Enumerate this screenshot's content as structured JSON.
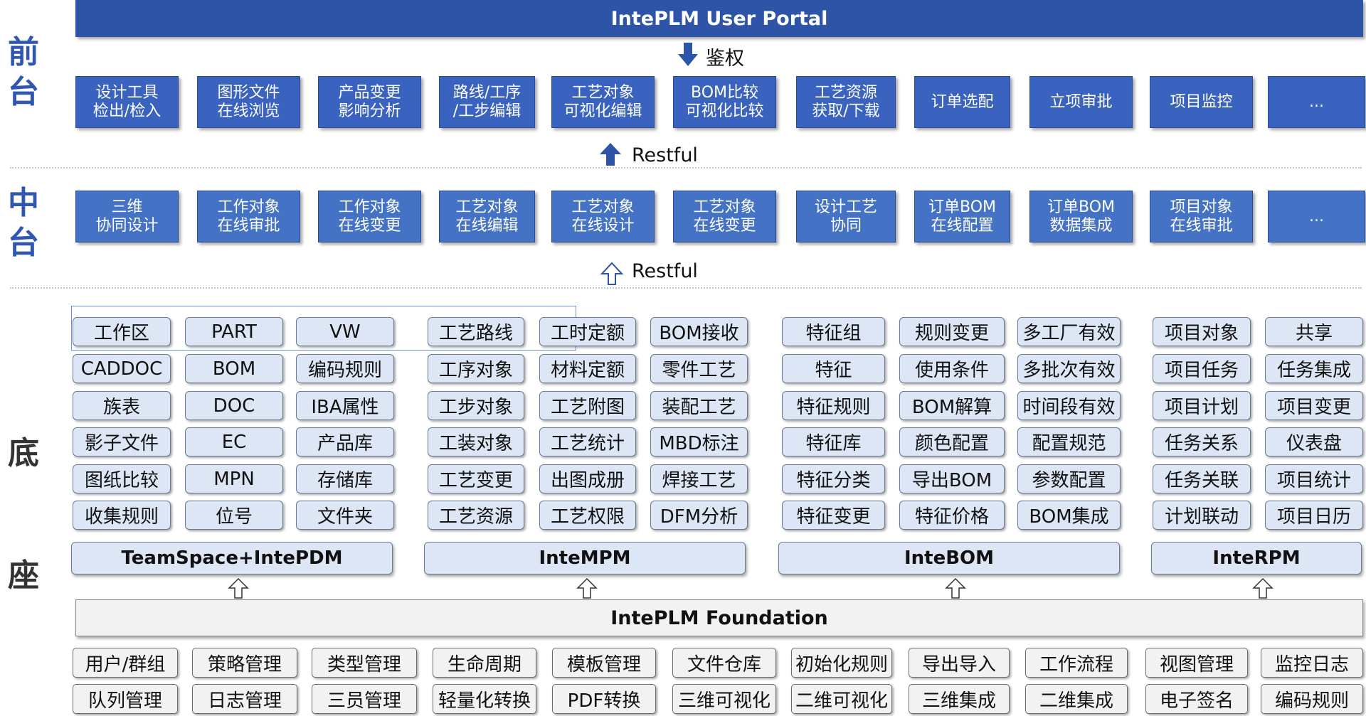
{
  "side_labels": {
    "front": [
      "前",
      "台"
    ],
    "middle": [
      "中",
      "台"
    ],
    "bottom": [
      "底",
      "座"
    ]
  },
  "portal_title": "IntePLM User Portal",
  "auth_label": "鉴权",
  "restful_label_1": "Restful",
  "restful_label_2": "Restful",
  "front_items": [
    "设计工具\n检出/检入",
    "图形文件\n在线浏览",
    "产品变更\n影响分析",
    "路线/工序\n/工步编辑",
    "工艺对象\n可视化编辑",
    "BOM比较\n可视化比较",
    "工艺资源\n获取/下载",
    "订单选配",
    "立项审批",
    "项目监控",
    "..."
  ],
  "middle_items": [
    "三维\n协同设计",
    "工作对象\n在线审批",
    "工作对象\n在线变更",
    "工艺对象\n在线编辑",
    "工艺对象\n在线设计",
    "工艺对象\n在线变更",
    "设计工艺\n协同",
    "订单BOM\n在线配置",
    "订单BOM\n数据集成",
    "项目对象\n在线审批",
    "..."
  ],
  "modules": [
    {
      "name": "TeamSpace+IntePDM",
      "columns": [
        [
          "工作区",
          "CADDOC",
          "族表",
          "影子文件",
          "图纸比较",
          "收集规则"
        ],
        [
          "PART",
          "BOM",
          "DOC",
          "EC",
          "MPN",
          "位号"
        ],
        [
          "VW",
          "编码规则",
          "IBA属性",
          "产品库",
          "存储库",
          "文件夹"
        ]
      ]
    },
    {
      "name": "InteMPM",
      "columns": [
        [
          "工艺路线",
          "工序对象",
          "工步对象",
          "工装对象",
          "工艺变更",
          "工艺资源"
        ],
        [
          "工时定额",
          "材料定额",
          "工艺附图",
          "工艺统计",
          "出图成册",
          "工艺权限"
        ],
        [
          "BOM接收",
          "零件工艺",
          "装配工艺",
          "MBD标注",
          "焊接工艺",
          "DFM分析"
        ]
      ]
    },
    {
      "name": "InteBOM",
      "columns": [
        [
          "特征组",
          "特征",
          "特征规则",
          "特征库",
          "特征分类",
          "特征变更"
        ],
        [
          "规则变更",
          "使用条件",
          "BOM解算",
          "颜色配置",
          "导出BOM",
          "特征价格"
        ],
        [
          "多工厂有效",
          "多批次有效",
          "时间段有效",
          "配置规范",
          "参数配置",
          "BOM集成"
        ]
      ]
    },
    {
      "name": "InteRPM",
      "columns": [
        [
          "项目对象",
          "项目任务",
          "项目计划",
          "任务关系",
          "任务关联",
          "计划联动"
        ],
        [
          "共享",
          "任务集成",
          "项目变更",
          "仪表盘",
          "项目统计",
          "项目日历"
        ]
      ]
    }
  ],
  "foundation_title": "IntePLM Foundation",
  "foundation_items": [
    [
      "用户/群组",
      "策略管理",
      "类型管理",
      "生命周期",
      "模板管理",
      "文件仓库",
      "初始化规则",
      "导出导入",
      "工作流程",
      "视图管理",
      "监控日志"
    ],
    [
      "队列管理",
      "日志管理",
      "三员管理",
      "轻量化转换",
      "PDF转换",
      "三维可视化",
      "二维可视化",
      "三维集成",
      "二维集成",
      "电子签名",
      "编码规则"
    ]
  ],
  "colors": {
    "portal": "#2e54a8",
    "front_box": "#3a63bf",
    "middle_box": "#4472c4",
    "cell_fill": "#dde6f4",
    "foundation_fill": "#f2f2f2",
    "side_label": "#2f56b0"
  }
}
